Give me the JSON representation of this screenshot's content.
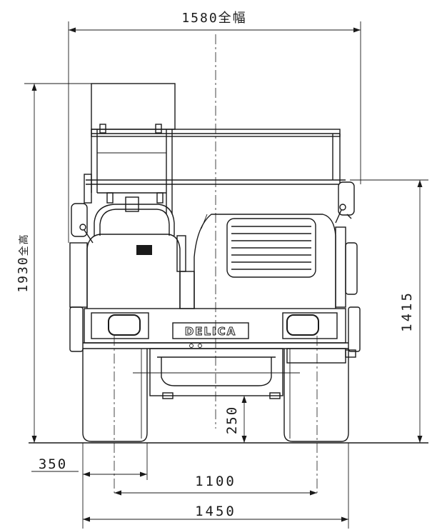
{
  "drawing": {
    "colors": {
      "line": "#1a1a1a",
      "background": "#ffffff"
    },
    "dimensions": {
      "overall_width": "1580全幅",
      "overall_height_value": "1930",
      "overall_height_label": "全高",
      "height_1415": "1415",
      "height_250": "250",
      "width_350": "350",
      "width_1100": "1100",
      "width_1450": "1450"
    },
    "logo_text": "DELICA"
  }
}
